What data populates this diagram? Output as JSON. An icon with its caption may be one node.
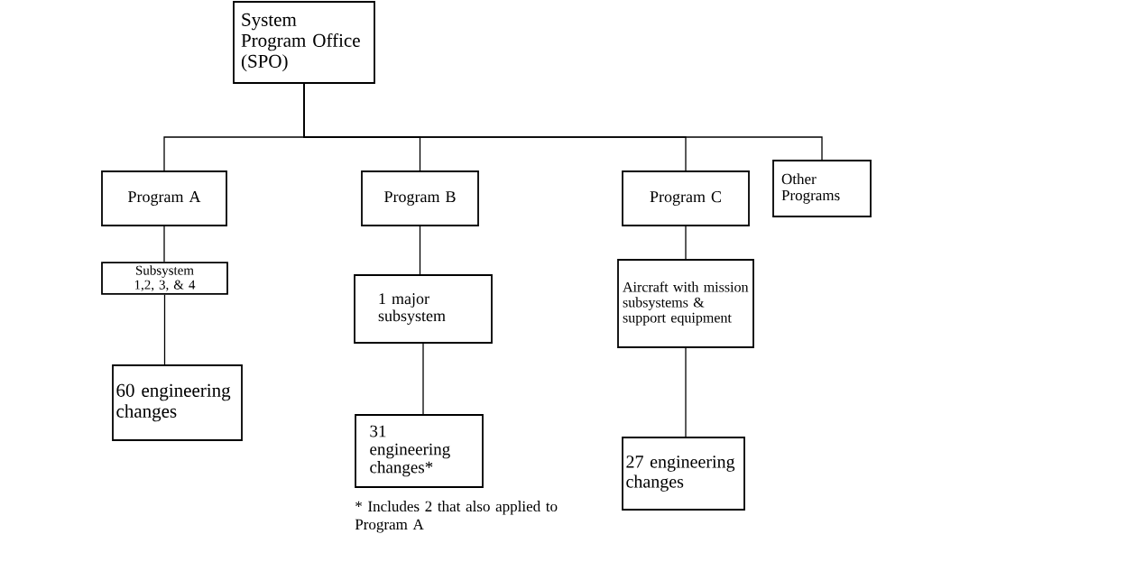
{
  "diagram": {
    "nodes": [
      {
        "text": [
          "System Program Office (SPO)"
        ]
      },
      {
        "text": [
          "Program A"
        ]
      },
      {
        "text": [
          "Program B"
        ]
      },
      {
        "text": [
          "Program C"
        ]
      },
      {
        "text": [
          "Other Programs"
        ]
      },
      {
        "text": [
          "Subsystem 1,2, 3, & 4"
        ]
      },
      {
        "text": [
          "1 major subsystem"
        ]
      },
      {
        "text": [
          "Aircraft with mission subsystems & support equipment"
        ]
      },
      {
        "text": [
          "60 engineering changes"
        ]
      },
      {
        "text": [
          "31 engineering changes*"
        ],
        "beside": [
          "* Includes 2 that also applied to Program A"
        ]
      },
      {
        "text": [
          "27 engineering changes"
        ]
      }
    ],
    "edges": [
      {
        "from": 0,
        "to": 1,
        "arrow": "none"
      },
      {
        "from": 0,
        "to": 2,
        "arrow": "none"
      },
      {
        "from": 0,
        "to": 3,
        "arrow": "none"
      },
      {
        "from": 0,
        "to": 4,
        "arrow": "none"
      },
      {
        "from": 1,
        "to": 5,
        "arrow": "none"
      },
      {
        "from": 5,
        "to": 8,
        "arrow": "none"
      },
      {
        "from": 2,
        "to": 6,
        "arrow": "none"
      },
      {
        "from": 6,
        "to": 9,
        "arrow": "none"
      },
      {
        "from": 3,
        "to": 7,
        "arrow": "none"
      },
      {
        "from": 7,
        "to": 10,
        "arrow": "none"
      }
    ]
  }
}
